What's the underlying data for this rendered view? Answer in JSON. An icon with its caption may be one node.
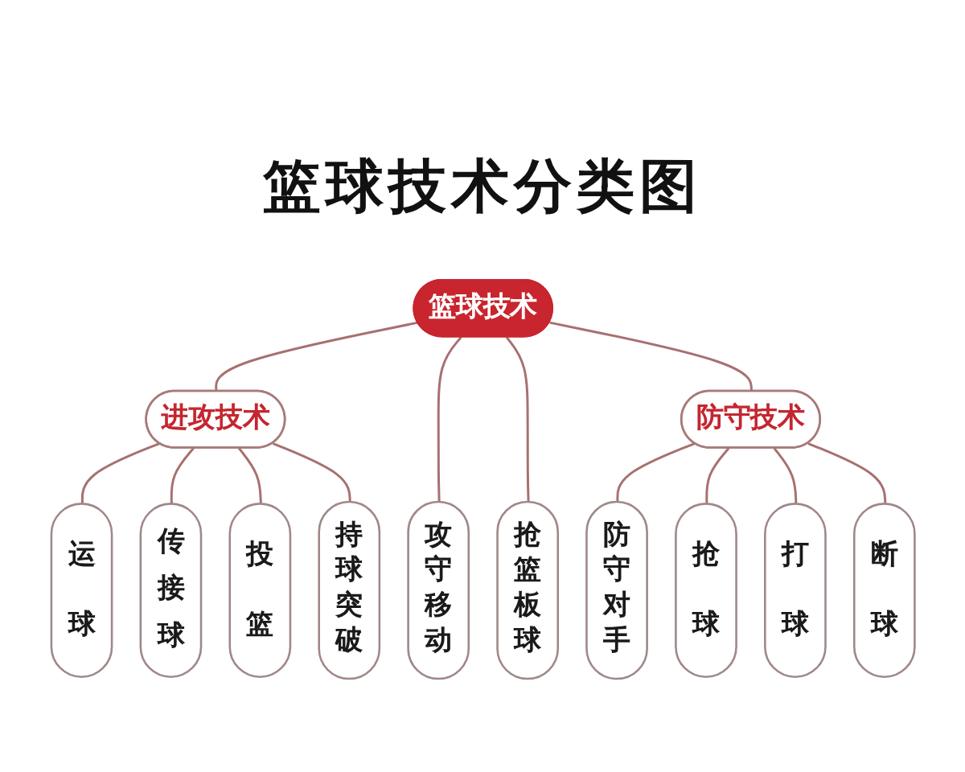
{
  "diagram": {
    "title": "篮球技术分类图",
    "nodes": [
      {
        "text": [
          "篮球技术"
        ]
      },
      {
        "text": [
          "进攻技术"
        ]
      },
      {
        "text": [
          "防守技术"
        ]
      },
      {
        "text": [
          "运球"
        ]
      },
      {
        "text": [
          "传接球"
        ]
      },
      {
        "text": [
          "投篮"
        ]
      },
      {
        "text": [
          "持球突破"
        ]
      },
      {
        "text": [
          "攻守移动"
        ]
      },
      {
        "text": [
          "抢篮板球"
        ]
      },
      {
        "text": [
          "防守对手"
        ]
      },
      {
        "text": [
          "抢球"
        ]
      },
      {
        "text": [
          "打球"
        ]
      },
      {
        "text": [
          "断球"
        ]
      }
    ],
    "edges": [
      {
        "from": 0,
        "to": 1,
        "arrow": "none"
      },
      {
        "from": 0,
        "to": 7,
        "arrow": "none"
      },
      {
        "from": 0,
        "to": 8,
        "arrow": "none"
      },
      {
        "from": 0,
        "to": 2,
        "arrow": "none"
      },
      {
        "from": 1,
        "to": 3,
        "arrow": "none"
      },
      {
        "from": 1,
        "to": 4,
        "arrow": "none"
      },
      {
        "from": 1,
        "to": 5,
        "arrow": "none"
      },
      {
        "from": 1,
        "to": 6,
        "arrow": "none"
      },
      {
        "from": 2,
        "to": 9,
        "arrow": "none"
      },
      {
        "from": 2,
        "to": 10,
        "arrow": "none"
      },
      {
        "from": 2,
        "to": 11,
        "arrow": "none"
      },
      {
        "from": 2,
        "to": 12,
        "arrow": "none"
      }
    ]
  }
}
